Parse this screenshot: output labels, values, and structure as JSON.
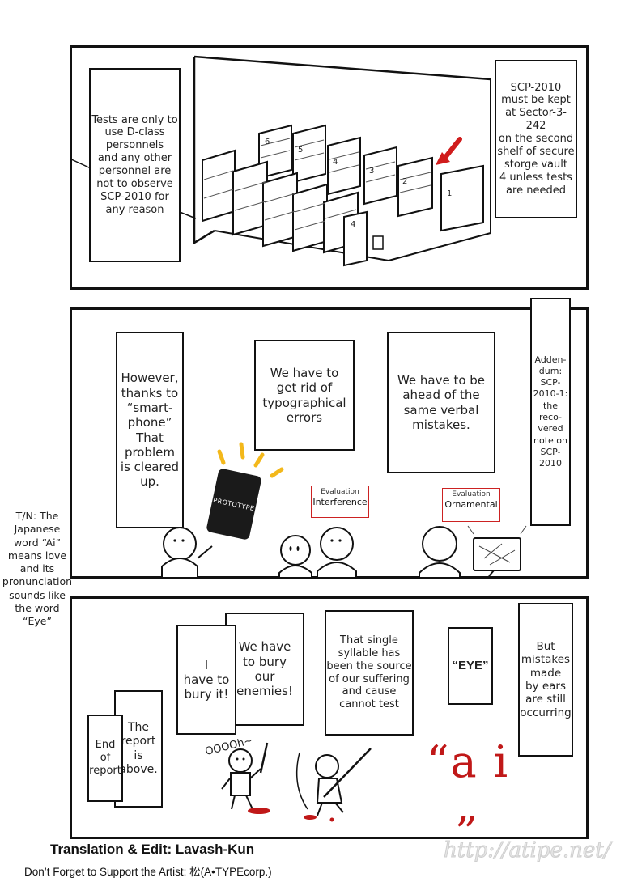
{
  "panel1": {
    "left_note": "Tests are only to\nuse D-class\npersonnels\nand any other\npersonnel are\nnot to observe\nSCP-2010 for\nany reason",
    "right_note": "SCP-2010\nmust be kept\nat Sector-3-242\non the second\nshelf of secure\nstorge vault\n4 unless tests\nare needed",
    "shelf_numbers": [
      "6",
      "5",
      "4",
      "3",
      "2",
      "1"
    ],
    "door_number": "4",
    "arrow_color": "#d01c1c"
  },
  "panel2": {
    "bubble_left": "However,\nthanks to\n“smart-\nphone”\nThat\nproblem\nis cleared\nup.",
    "bubble_mid": "We have to\nget rid of\ntypographical\nerrors",
    "bubble_right": "We have to be\nahead of the\nsame verbal\nmistakes.",
    "addendum": "Adden-\ndum:\nSCP-\n2010-1:\nthe\nreco-\nvered\nnote on\nSCP-\n2010",
    "phone_text": "PROTOTYPE",
    "tag1": {
      "small": "Evaluation",
      "big": "Interference"
    },
    "tag2": {
      "small": "Evaluation",
      "big": "Ornamental"
    }
  },
  "translator_note": "T/N: The\nJapanese\nword “Ai”\nmeans love\nand its\npronunciation\nsounds like\nthe word\n“Eye”",
  "panel3": {
    "bury_it": "I\nhave to\nbury it!",
    "bury_enemies": "We have\nto bury\nour\nenemies!",
    "single_syllable": "That single\nsyllable has\nbeen the source\nof our suffering\nand cause\ncannot test",
    "eye": "“EYE”",
    "but_mistakes": "But\nmistakes\nmade\nby ears\nare still\noccurring",
    "report_above": "The\nreport\nis\nabove.",
    "end_report": "End\nof\nreport",
    "oooh": "OOOOh~",
    "ai_text": "“a i „",
    "ai_color": "#c01818"
  },
  "credits": {
    "translation": "Translation & Edit: Lavash-Kun",
    "support": "Don’t Forget to Support the Artist: 松(A•TYPEcorp.)",
    "watermark": "http://atipe.net/"
  }
}
